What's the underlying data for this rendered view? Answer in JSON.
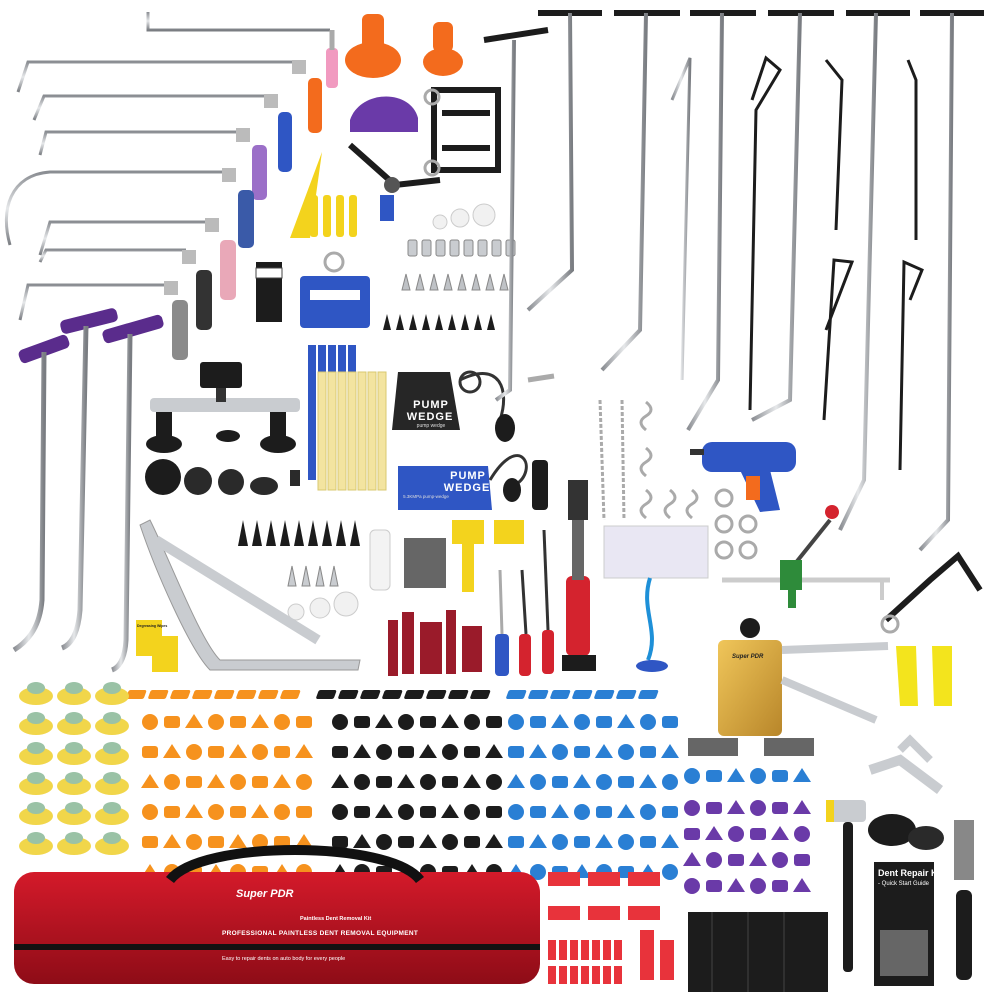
{
  "pump_wedge_large": {
    "line1": "PUMP",
    "line2": "WEDGE",
    "sub": "pump wedge"
  },
  "pump_wedge_small": {
    "line1": "PUMP",
    "line2": "WEDGE",
    "sub": "5.3KMPa pump-wedge"
  },
  "bag": {
    "brand": "Super PDR",
    "tagline": "Paintless Dent Removal Kit",
    "title": "PROFESSIONAL PAINTLESS DENT REMOVAL EQUIPMENT",
    "slogan": "Easy to repair dents on auto body for every people"
  },
  "guide": {
    "title": "Dent Repair Kit",
    "subtitle": "- Quick Start Guide"
  },
  "wipes": {
    "label": "Degreasing Wipes"
  },
  "glue_lifter": {
    "brand": "Super PDR"
  },
  "colors": {
    "tab_orange": "#f6921e",
    "tab_black": "#1c1c1c",
    "tab_blue": "#2a7fd4",
    "tab_purple": "#6a3aa8",
    "tab_red": "#e8333b",
    "bag_red": "#b8101e",
    "lifter_gold": "#d8a53a",
    "tab_green": "#9ac2a6"
  }
}
